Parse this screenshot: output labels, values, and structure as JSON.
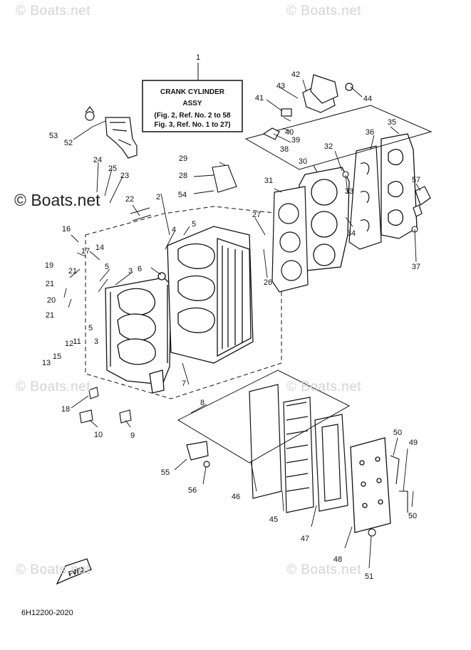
{
  "watermark": "© Boats.net",
  "watermark_main": "© Boats.net",
  "title_box": {
    "line1": "CRANK CYLINDER",
    "line2": "ASSY",
    "line3": "(Fig. 2, Ref. No. 2 to 58",
    "line4": "Fig. 3, Ref. No. 1 to 27)"
  },
  "fwd_label": "FWD",
  "diagram_code": "6H12200-2020",
  "callouts": [
    "1",
    "2",
    "3",
    "3",
    "4",
    "5",
    "5",
    "5",
    "6",
    "7",
    "8",
    "9",
    "10",
    "11",
    "12",
    "13",
    "14",
    "15",
    "16",
    "17",
    "18",
    "19",
    "20",
    "21",
    "21",
    "21",
    "22",
    "23",
    "24",
    "25",
    "26",
    "27",
    "28",
    "29",
    "30",
    "31",
    "32",
    "33",
    "34",
    "35",
    "36",
    "37",
    "38",
    "39",
    "40",
    "41",
    "42",
    "43",
    "44",
    "45",
    "46",
    "47",
    "48",
    "49",
    "50",
    "50",
    "51",
    "52",
    "53",
    "54",
    "55",
    "56",
    "57"
  ]
}
